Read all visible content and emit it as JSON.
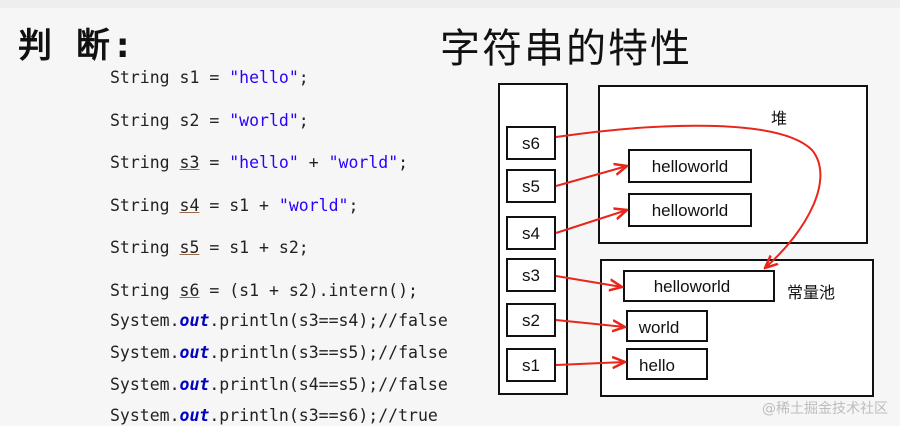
{
  "header": {
    "judge_label": "判 断:",
    "title": "字符串的特性"
  },
  "code_lines": [
    {
      "parts": [
        {
          "t": "String s1 = "
        },
        {
          "t": "\"hello\"",
          "c": "str"
        },
        {
          "t": ";"
        }
      ]
    },
    {
      "parts": [
        {
          "t": "String s2 = "
        },
        {
          "t": "\"world\"",
          "c": "str"
        },
        {
          "t": ";"
        }
      ]
    },
    {
      "parts": [
        {
          "t": "String "
        },
        {
          "t": "s3",
          "c": "ul"
        },
        {
          "t": " = "
        },
        {
          "t": "\"hello\"",
          "c": "str"
        },
        {
          "t": " + "
        },
        {
          "t": "\"world\"",
          "c": "str"
        },
        {
          "t": ";"
        }
      ]
    },
    {
      "parts": [
        {
          "t": "String "
        },
        {
          "t": "s4",
          "c": "ul"
        },
        {
          "t": " = s1 + "
        },
        {
          "t": "\"world\"",
          "c": "str"
        },
        {
          "t": ";"
        }
      ]
    },
    {
      "parts": [
        {
          "t": "String "
        },
        {
          "t": "s5",
          "c": "ul"
        },
        {
          "t": " = s1 + s2;"
        }
      ]
    },
    {
      "parts": [
        {
          "t": "String "
        },
        {
          "t": "s6",
          "c": "ul"
        },
        {
          "t": " = (s1 + s2).intern();"
        }
      ]
    },
    {
      "parts": [
        {
          "t": "System."
        },
        {
          "t": "out",
          "c": "fld"
        },
        {
          "t": ".println(s3==s4);//false"
        }
      ]
    },
    {
      "parts": [
        {
          "t": "System."
        },
        {
          "t": "out",
          "c": "fld"
        },
        {
          "t": ".println(s3==s5);//false"
        }
      ]
    },
    {
      "parts": [
        {
          "t": "System."
        },
        {
          "t": "out",
          "c": "fld"
        },
        {
          "t": ".println(s4==s5);//false"
        }
      ]
    },
    {
      "parts": [
        {
          "t": "System."
        },
        {
          "t": "out",
          "c": "fld"
        },
        {
          "t": ".println(s3==s6);//true"
        }
      ]
    }
  ],
  "diagram": {
    "heap_label": "堆",
    "pool_label": "常量池",
    "stack_vars": [
      "s6",
      "s5",
      "s4",
      "s3",
      "s2",
      "s1"
    ],
    "heap_objects": [
      "helloworld",
      "helloworld"
    ],
    "pool_objects": [
      "helloworld",
      "world",
      "hello"
    ]
  },
  "colors": {
    "arrow": "#e8261c",
    "string_literal": "#2a00ff",
    "field": "#0000c0"
  },
  "watermark": "@稀土掘金技术社区"
}
